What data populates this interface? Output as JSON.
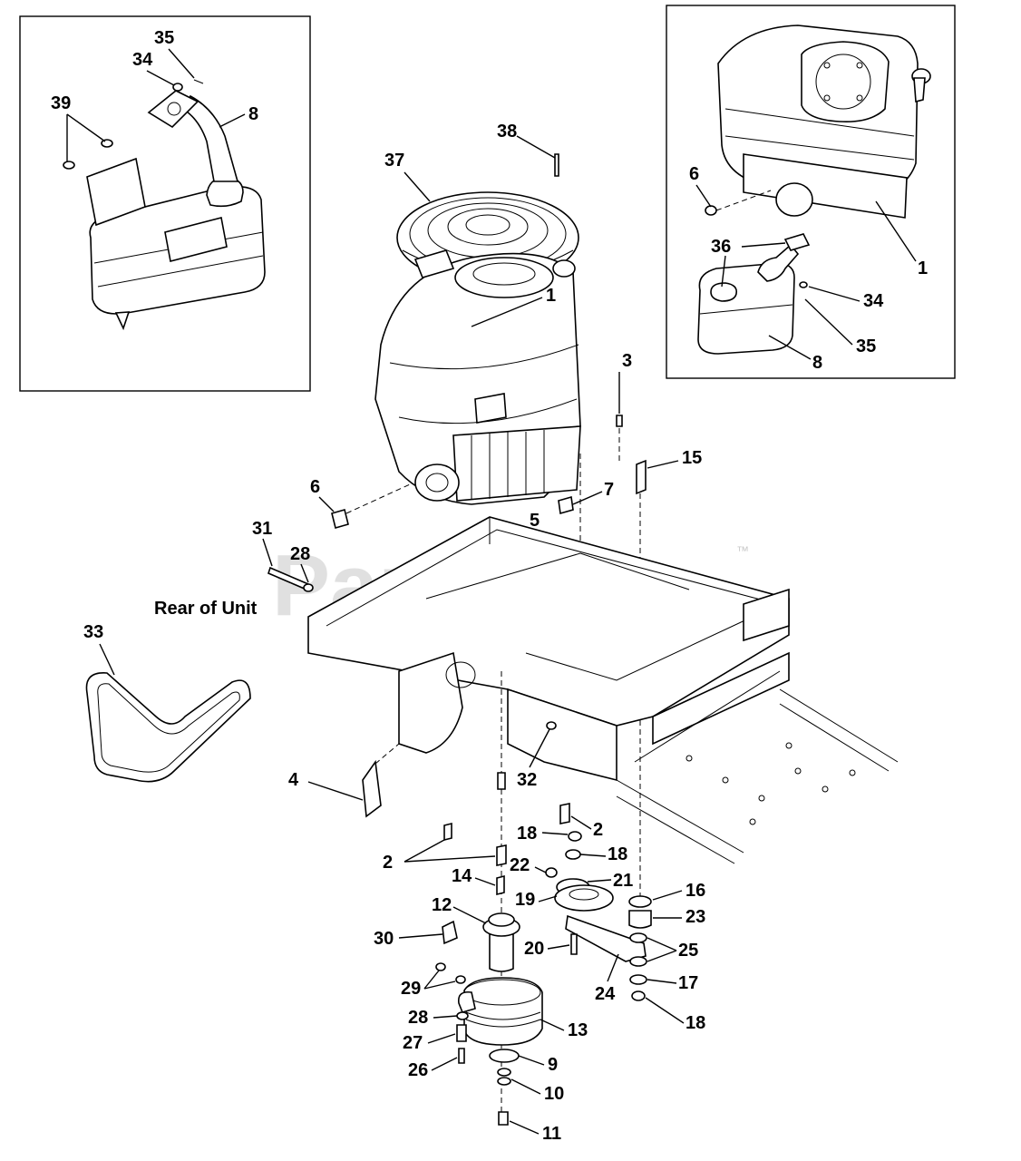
{
  "watermark": "PartsTree",
  "watermark_mark": "™",
  "note_rear": "Rear of Unit",
  "callouts": {
    "c35a": "35",
    "c34a": "34",
    "c39": "39",
    "c8a": "8",
    "c38": "38",
    "c37": "37",
    "c1a": "1",
    "c6a": "6",
    "c1b": "1",
    "c36": "36",
    "c34b": "34",
    "c35b": "35",
    "c8b": "8",
    "c3": "3",
    "c15": "15",
    "c6b": "6",
    "c7": "7",
    "c5": "5",
    "c31": "31",
    "c28a": "28",
    "c33": "33",
    "c4": "4",
    "c32": "32",
    "c2a": "2",
    "c18a": "18",
    "c2b": "2",
    "c18b": "18",
    "c22": "22",
    "c14": "14",
    "c21": "21",
    "c19": "19",
    "c16": "16",
    "c23": "23",
    "c12": "12",
    "c30": "30",
    "c20": "20",
    "c25": "25",
    "c17": "17",
    "c24": "24",
    "c29": "29",
    "c18c": "18",
    "c28b": "28",
    "c13": "13",
    "c27": "27",
    "c9": "9",
    "c26": "26",
    "c10": "10",
    "c11": "11"
  }
}
